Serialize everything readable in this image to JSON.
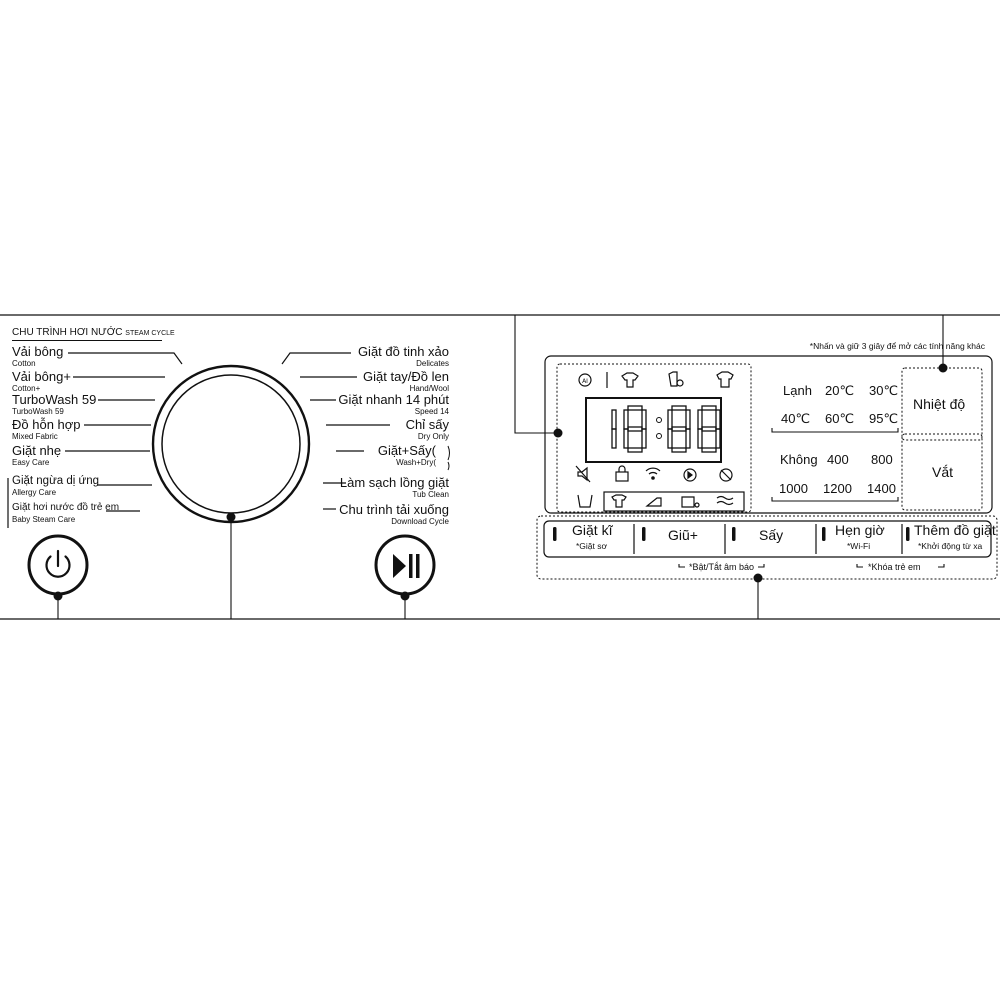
{
  "steam_cycle": {
    "title": "CHU TRÌNH HƠI NƯỚC",
    "subtitle": "STEAM CYCLE"
  },
  "left_programs": [
    {
      "label": "Vải bông",
      "sub": "Cotton"
    },
    {
      "label": "Vải bông+",
      "sub": "Cotton+"
    },
    {
      "label": "TurboWash 59",
      "sub": "TurboWash 59"
    },
    {
      "label": "Đồ hỗn hợp",
      "sub": "Mixed Fabric"
    },
    {
      "label": "Giặt nhẹ",
      "sub": "Easy Care"
    },
    {
      "label": "Giặt ngừa dị ứng",
      "sub": "Allergy Care"
    },
    {
      "label": "Giặt hơi nước đồ trẻ em",
      "sub": "Baby Steam Care"
    }
  ],
  "right_programs": [
    {
      "label": "Giặt đồ tinh xảo",
      "sub": "Delicates"
    },
    {
      "label": "Giặt tay/Đồ len",
      "sub": "Hand/Wool"
    },
    {
      "label": "Giặt nhanh 14 phút",
      "sub": "Speed 14"
    },
    {
      "label": "Chỉ sấy",
      "sub": "Dry Only"
    },
    {
      "label": "Giặt+Sấy(",
      "sub": "Wash+Dry("
    },
    {
      "label": "Làm sạch lồng giặt",
      "sub": "Tub Clean"
    },
    {
      "label": "Chu trình tải xuống",
      "sub": "Download Cycle"
    }
  ],
  "display": {
    "digits": "18:88"
  },
  "note_top": "*Nhấn và giữ 3 giây để mở các tính năng khác",
  "temperature": {
    "row1": [
      "Lạnh",
      "20℃",
      "30℃"
    ],
    "row2": [
      "40℃",
      "60℃",
      "95℃"
    ],
    "button": "Nhiệt độ"
  },
  "spin": {
    "row1": [
      "Không",
      "400",
      "800"
    ],
    "row2": [
      "1000",
      "1200",
      "1400"
    ],
    "button": "Vắt"
  },
  "buttons": [
    {
      "label": "Giặt kĩ",
      "sub": "*Giặt sơ"
    },
    {
      "label": "Giũ+",
      "sub": ""
    },
    {
      "label": "Sấy",
      "sub": ""
    },
    {
      "label": "Hẹn giờ",
      "sub": "*Wi-Fi"
    },
    {
      "label": "Thêm đồ giặt",
      "sub": "*Khởi động từ xa"
    }
  ],
  "bottom_notes": {
    "beep": "*Bật/Tắt âm báo",
    "child_lock": "*Khóa trẻ em"
  },
  "icons": {
    "power": "power-icon",
    "play_pause": "play-pause-icon",
    "top_row": [
      "ai-icon",
      "steam-shirt-icon",
      "stain-care-icon",
      "shirt-icon"
    ],
    "bottom_row": [
      "mute-icon",
      "lock-icon",
      "wifi-icon",
      "remote-start-icon",
      "no-spin-icon"
    ],
    "status_row": [
      "wash-tub-icon",
      "shirt-wash-icon",
      "rinse-icon",
      "spin-icon",
      "dry-icon"
    ]
  },
  "colors": {
    "line": "#111111",
    "background": "#ffffff"
  }
}
